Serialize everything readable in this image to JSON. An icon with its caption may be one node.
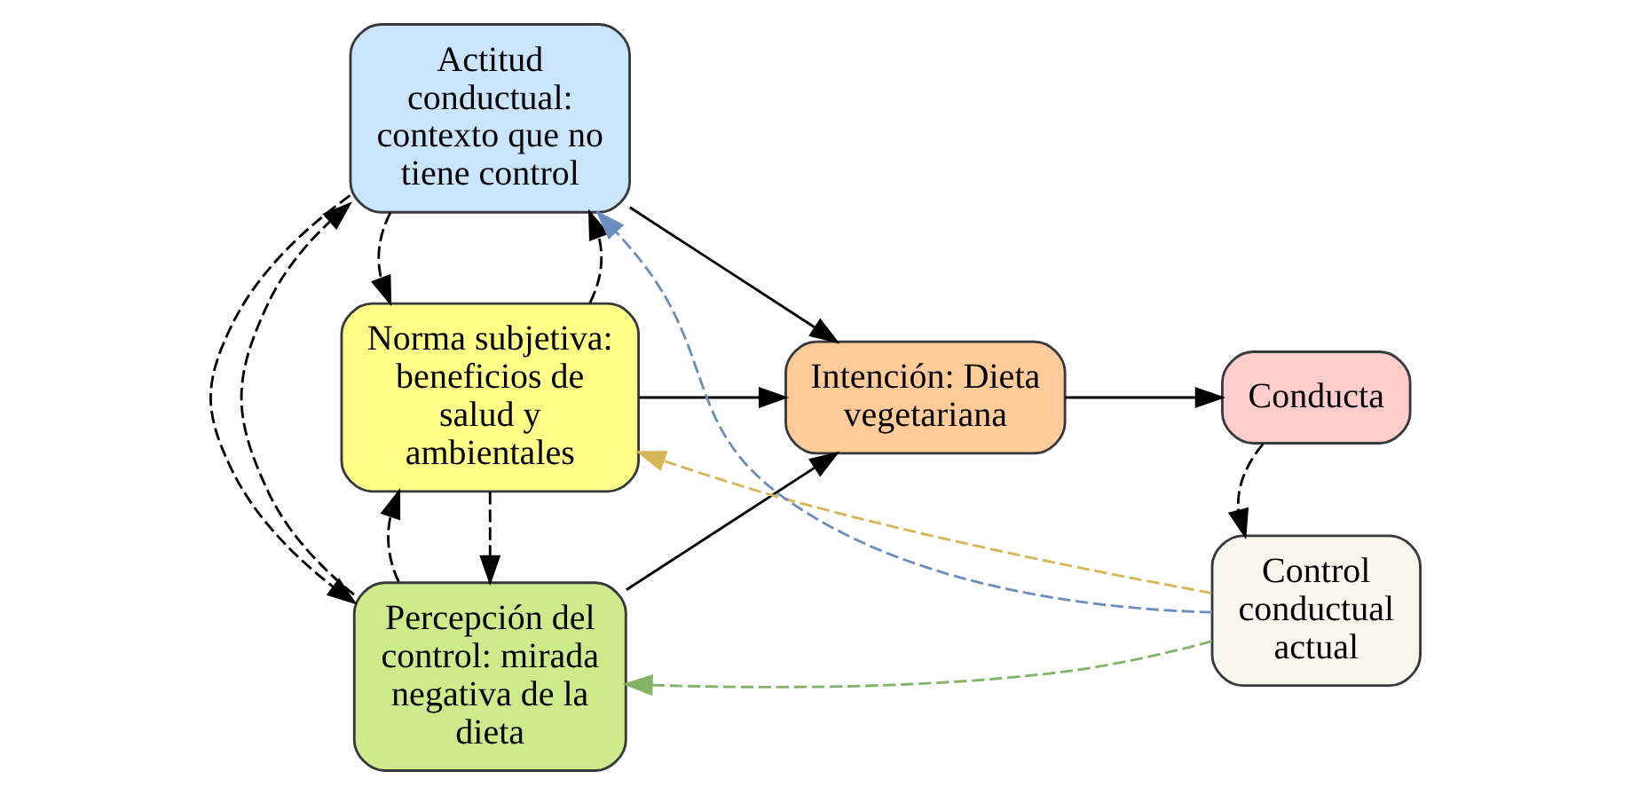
{
  "diagram": {
    "nodes": [
      {
        "text": [
          "Norma subjetiva: beneficios de salud y ambientales"
        ]
      },
      {
        "text": [
          "Percepción del control: mirada negativa de la dieta"
        ]
      },
      {
        "text": [
          "Actitud conductual: contexto que no tiene control"
        ]
      },
      {
        "text": [
          "Intención: Dieta vegetariana"
        ]
      },
      {
        "text": [
          "Conducta"
        ]
      },
      {
        "text": [
          "Control conductual actual"
        ]
      }
    ],
    "edges": [
      {
        "from": 0,
        "to": 3,
        "arrow": "to"
      },
      {
        "from": 1,
        "to": 3,
        "arrow": "to"
      },
      {
        "from": 2,
        "to": 3,
        "arrow": "to"
      },
      {
        "from": 3,
        "to": 4,
        "arrow": "to"
      },
      {
        "from": 4,
        "to": 5,
        "arrow": "to",
        "style": "dashed"
      },
      {
        "from": 5,
        "to": 0,
        "arrow": "to",
        "style": "dashed",
        "color": "#d6b656"
      },
      {
        "from": 5,
        "to": 1,
        "arrow": "to",
        "style": "dashed",
        "color": "#82b366"
      },
      {
        "from": 5,
        "to": 2,
        "arrow": "to",
        "style": "dashed",
        "color": "#6c8ebf"
      },
      {
        "from": 0,
        "to": 1,
        "arrow": "to",
        "style": "dashed"
      },
      {
        "from": 1,
        "to": 0,
        "arrow": "to",
        "style": "dashed"
      },
      {
        "from": 1,
        "to": 2,
        "arrow": "to",
        "style": "dashed"
      },
      {
        "from": 2,
        "to": 1,
        "arrow": "to",
        "style": "dashed"
      },
      {
        "from": 0,
        "to": 2,
        "arrow": "to",
        "style": "dashed"
      },
      {
        "from": 2,
        "to": 0,
        "arrow": "to",
        "style": "dashed"
      }
    ]
  }
}
